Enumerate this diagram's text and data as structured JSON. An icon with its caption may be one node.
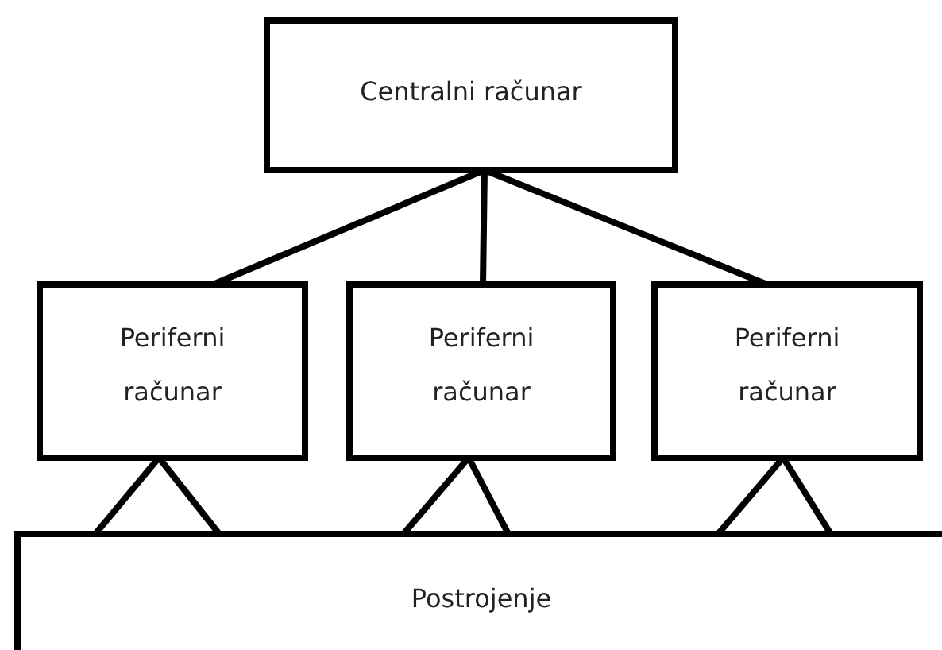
{
  "diagram": {
    "nodes": [
      {
        "text": [
          "Centralni računar"
        ]
      },
      {
        "text": [
          "Periferni računar"
        ]
      },
      {
        "text": [
          "Periferni računar"
        ]
      },
      {
        "text": [
          "Periferni računar"
        ]
      },
      {
        "text": [
          "Postrojenje"
        ]
      }
    ],
    "edges": [
      {
        "from": 0,
        "to": 1,
        "arrow": "none"
      },
      {
        "from": 0,
        "to": 2,
        "arrow": "none"
      },
      {
        "from": 0,
        "to": 3,
        "arrow": "none"
      },
      {
        "from": 1,
        "to": 4,
        "arrow": "none"
      },
      {
        "from": 2,
        "to": 4,
        "arrow": "none"
      },
      {
        "from": 3,
        "to": 4,
        "arrow": "none"
      }
    ]
  }
}
